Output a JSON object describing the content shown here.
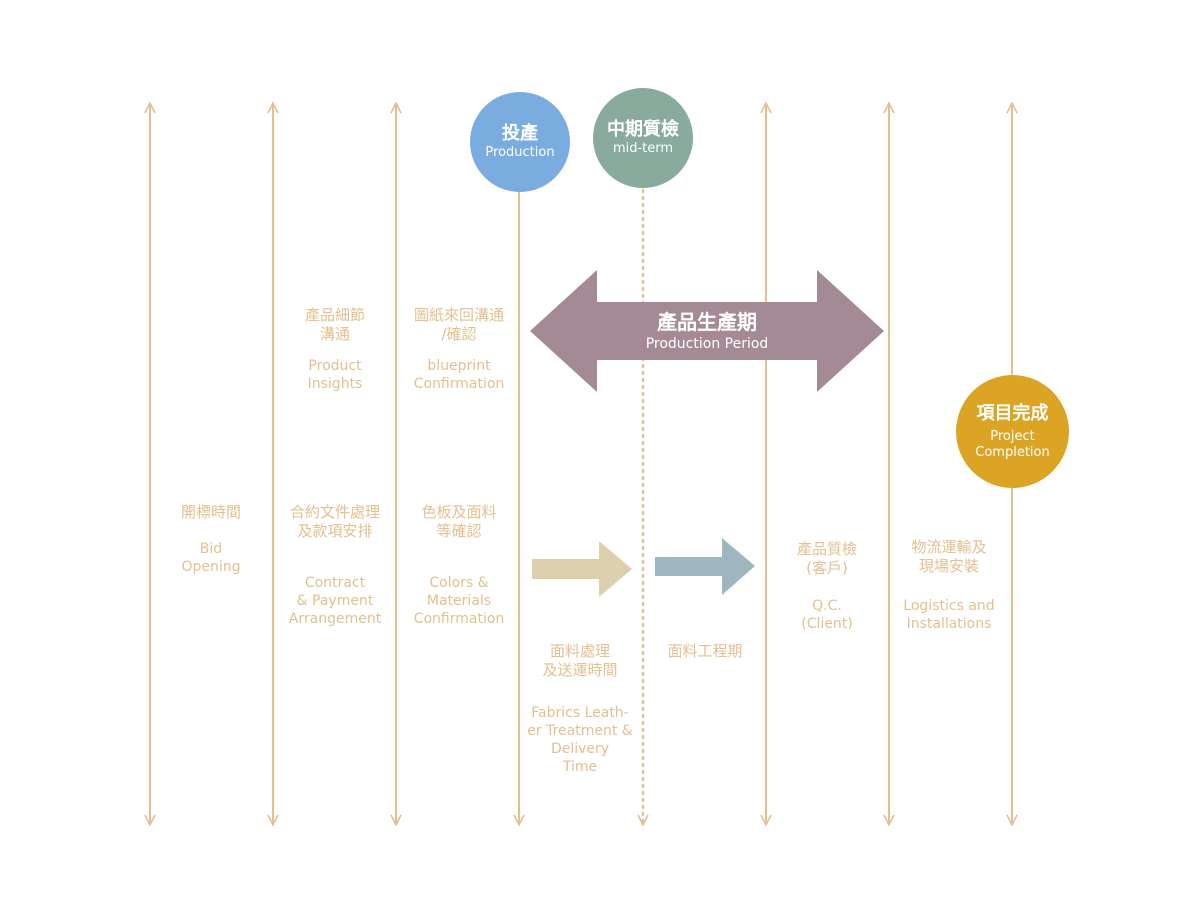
{
  "colors": {
    "timeline": "#e3c08f",
    "production": "#7aace0",
    "midterm": "#88ab9e",
    "period_arrow": "#a38a95",
    "fabric_arrow": "#ddd0ae",
    "fabric_eng_arrow": "#9eb7bf",
    "completion": "#dca424"
  },
  "milestones": {
    "production": {
      "zh": "投產",
      "en": "Production"
    },
    "midterm": {
      "zh": "中期質檢",
      "en": "mid-term"
    },
    "completion": {
      "zh": "項目完成",
      "en": "Project\nCompletion"
    }
  },
  "period": {
    "zh": "產品生產期",
    "en": "Production Period"
  },
  "stages": {
    "bid": {
      "zh": "開標時間",
      "en": "Bid\nOpening"
    },
    "insights": {
      "zh": "產品細節\n溝通",
      "en": "Product\nInsights"
    },
    "contract": {
      "zh": "合約文件處理\n及款項安排",
      "en": "Contract\n& Payment\nArrangement"
    },
    "blueprint": {
      "zh": "圖紙來回溝通\n/確認",
      "en": "blueprint\nConfirmation"
    },
    "colors": {
      "zh": "色板及面料\n等確認",
      "en": "Colors &\nMaterials\nConfirmation"
    },
    "fabrics": {
      "zh": "面料處理\n及送運時間",
      "en": "Fabrics Leath-\ner Treatment &\nDelivery\nTime"
    },
    "fabric_engineering": {
      "zh": "面料工程期"
    },
    "qc": {
      "zh": "產品質檢\n(客戶)",
      "en": "Q.C.\n(Client)"
    },
    "logistics": {
      "zh": "物流運輸及\n現場安裝",
      "en": "Logistics and\nInstallations"
    }
  }
}
